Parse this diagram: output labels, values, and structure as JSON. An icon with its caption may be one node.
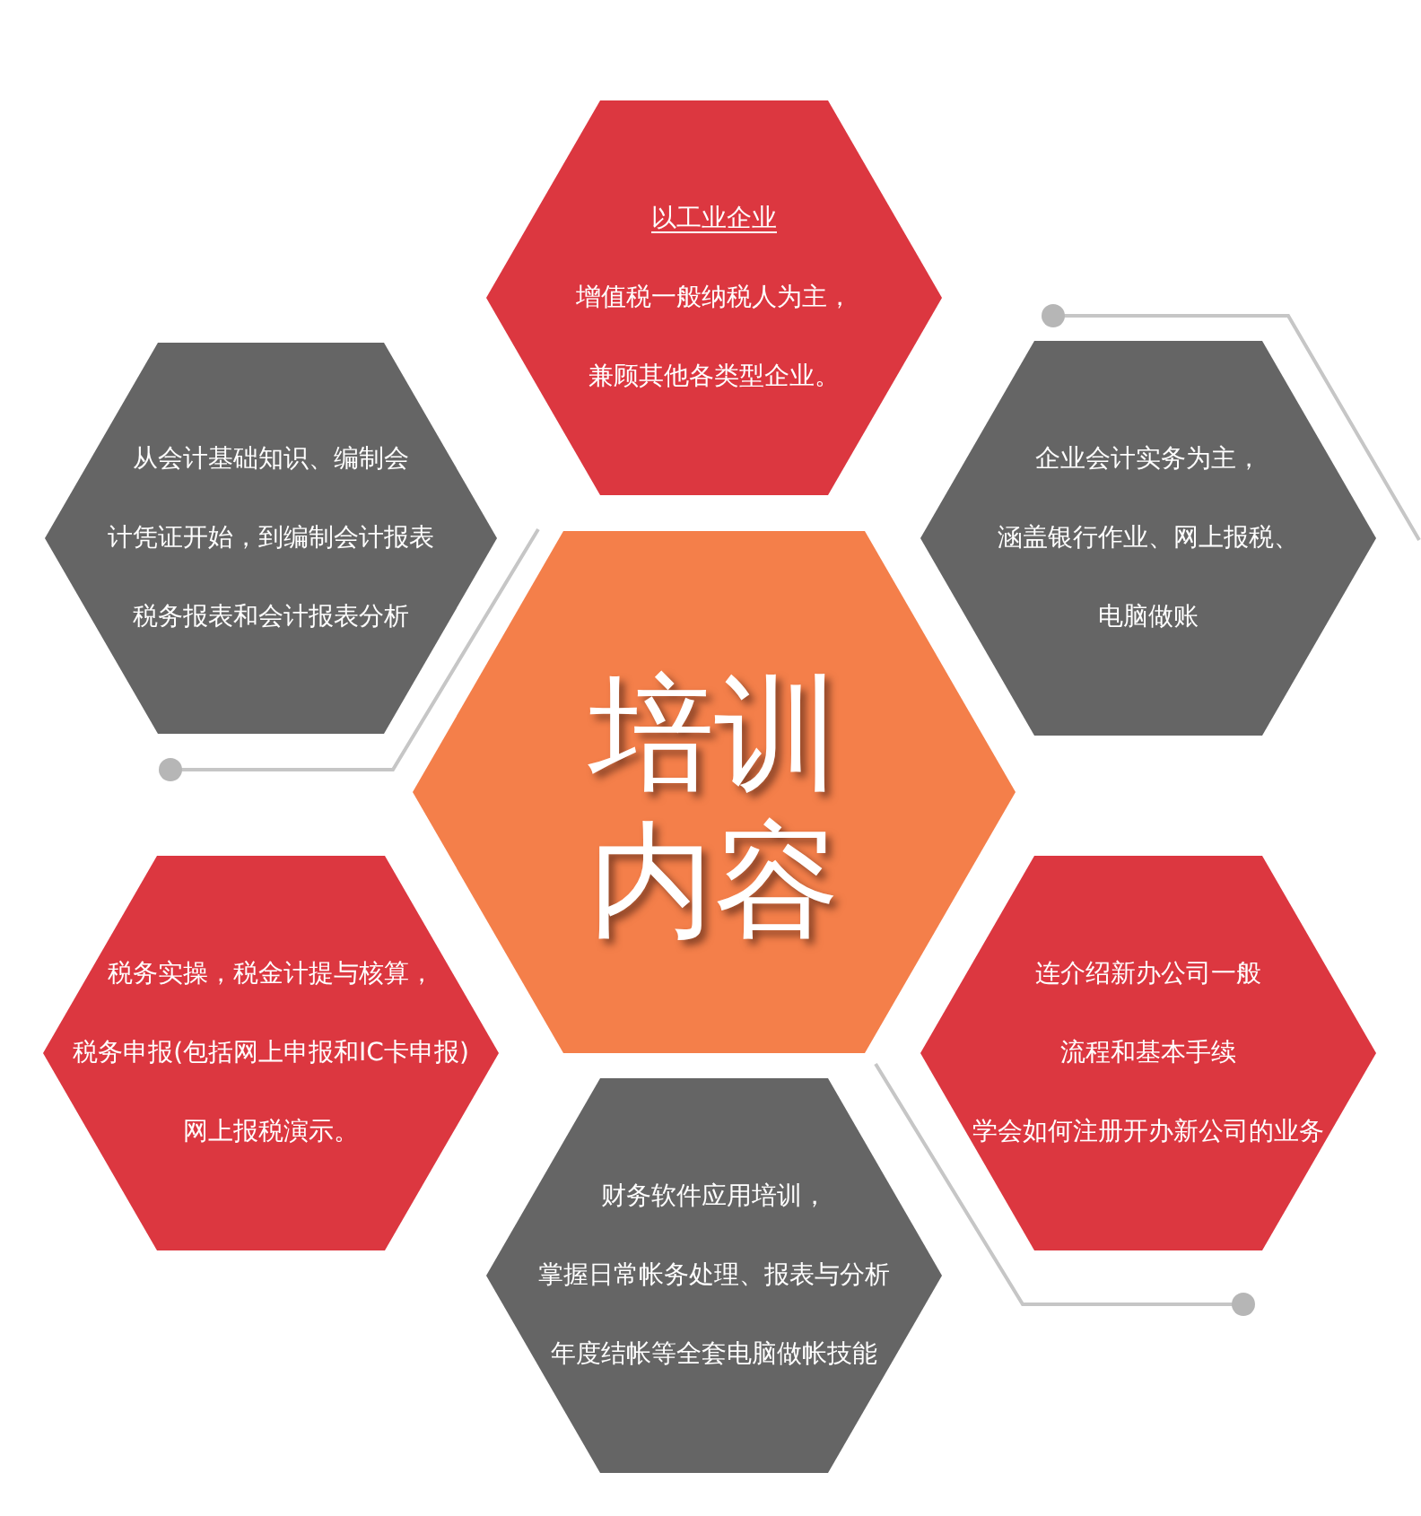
{
  "diagram": {
    "nodes": [
      {
        "text": [
          "以工业企业",
          "增值税一般纳税人为主，",
          "兼顾其他各类型企业。"
        ]
      },
      {
        "text": [
          "从会计基础知识、编制会",
          "计凭证开始，到编制会计报表",
          "税务报表和会计报表分析"
        ]
      },
      {
        "text": [
          "企业会计实务为主，",
          "涵盖银行作业、网上报税、",
          "电脑做账"
        ]
      },
      {
        "text": [
          "培训内容"
        ]
      },
      {
        "text": [
          "税务实操，税金计提与核算，",
          "税务申报(包括网上申报和IC卡申报)",
          "网上报税演示。"
        ]
      },
      {
        "text": [
          "连介绍新办公司一般",
          "流程和基本手续",
          "学会如何注册开办新公司的业务"
        ]
      },
      {
        "text": [
          "财务软件应用培训，",
          "掌握日常帐务处理、报表与分析",
          "年度结帐等全套电脑做帐技能"
        ]
      }
    ]
  }
}
